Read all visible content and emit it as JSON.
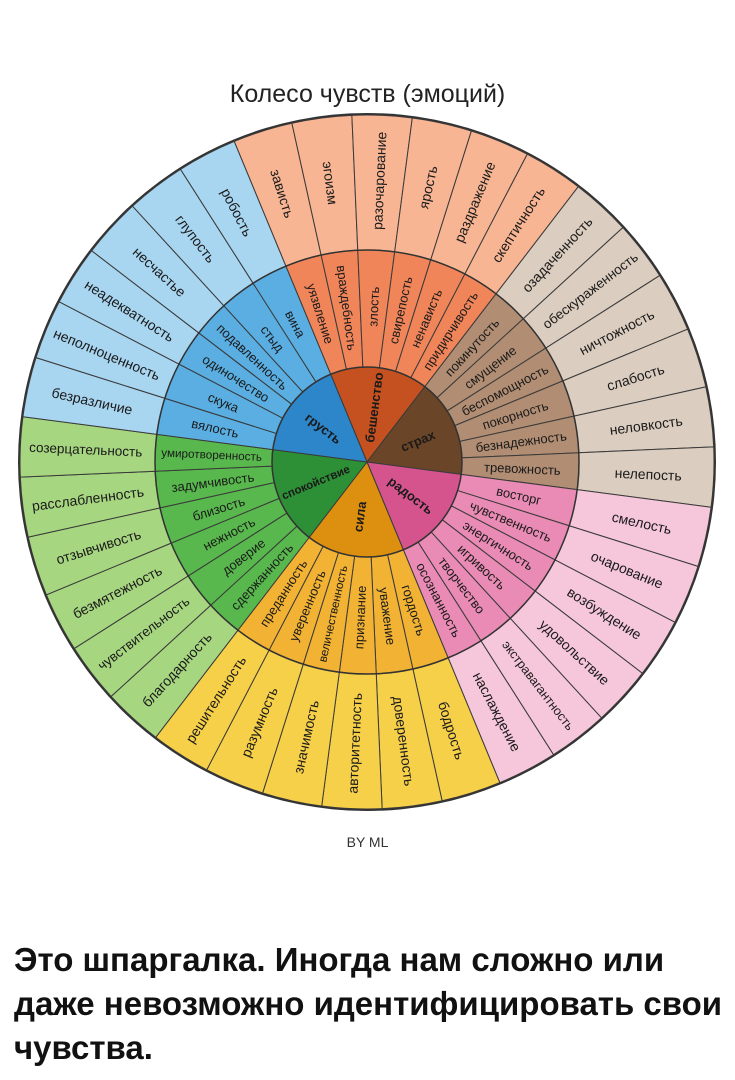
{
  "title": "Колесо чувств (эмоций)",
  "credit": "BY ML",
  "caption": "Это шпаргалка. Иногда нам сложно или даже невозможно идентифицировать свои чувства.",
  "sectors": [
    {
      "core": "бешенство",
      "core_color": "#c4511f",
      "mid_color": "#f0855a",
      "outer_color": "#f8b594",
      "middle": [
        "уязвление",
        "враждебность",
        "злость",
        "свирепость",
        "ненависть",
        "придирчивость"
      ],
      "outer": [
        "зависть",
        "эгоизм",
        "разочарование",
        "ярость",
        "раздражение",
        "скептичность"
      ]
    },
    {
      "core": "страх",
      "core_color": "#6b4528",
      "mid_color": "#b08d73",
      "outer_color": "#dbcdbf",
      "middle": [
        "покинутость",
        "смущение",
        "беспомощность",
        "покорность",
        "безнадежность",
        "тревожность"
      ],
      "outer": [
        "озадаченность",
        "обескураженность",
        "ничтожность",
        "слабость",
        "неловкость",
        "нелепость"
      ]
    },
    {
      "core": "радость",
      "core_color": "#d6548e",
      "mid_color": "#e98bb4",
      "outer_color": "#f6c7da",
      "middle": [
        "восторг",
        "чувственность",
        "энергичность",
        "игривость",
        "творчество",
        "осознанность"
      ],
      "outer": [
        "смелость",
        "очарование",
        "возбуждение",
        "удовольствие",
        "экстравагантность",
        "наслаждение"
      ]
    },
    {
      "core": "сила",
      "core_color": "#dd8f10",
      "mid_color": "#f2b233",
      "outer_color": "#f7d049",
      "middle": [
        "гордость",
        "уважение",
        "признание",
        "величественность",
        "уверенность",
        "преданность"
      ],
      "outer": [
        "бодрость",
        "доверенность",
        "авторитетность",
        "значимость",
        "разумность",
        "решительность"
      ]
    },
    {
      "core": "спокойствие",
      "core_color": "#2d8f36",
      "mid_color": "#58b84d",
      "outer_color": "#a7d680",
      "middle": [
        "сдержанность",
        "доверие",
        "нежность",
        "близость",
        "задумчивость",
        "умиротворенность"
      ],
      "outer": [
        "благодарность",
        "чувствительность",
        "безмятежность",
        "отзывчивость",
        "расслабленность",
        "созерцательность"
      ]
    },
    {
      "core": "грусть",
      "core_color": "#2c86c9",
      "mid_color": "#5aaee2",
      "outer_color": "#a8d5f0",
      "middle": [
        "вялость",
        "скука",
        "одиночество",
        "подавленность",
        "стыд",
        "вина"
      ],
      "outer": [
        "безразличие",
        "неполноценность",
        "неадекватность",
        "несчастье",
        "глупость",
        "робость"
      ]
    }
  ]
}
